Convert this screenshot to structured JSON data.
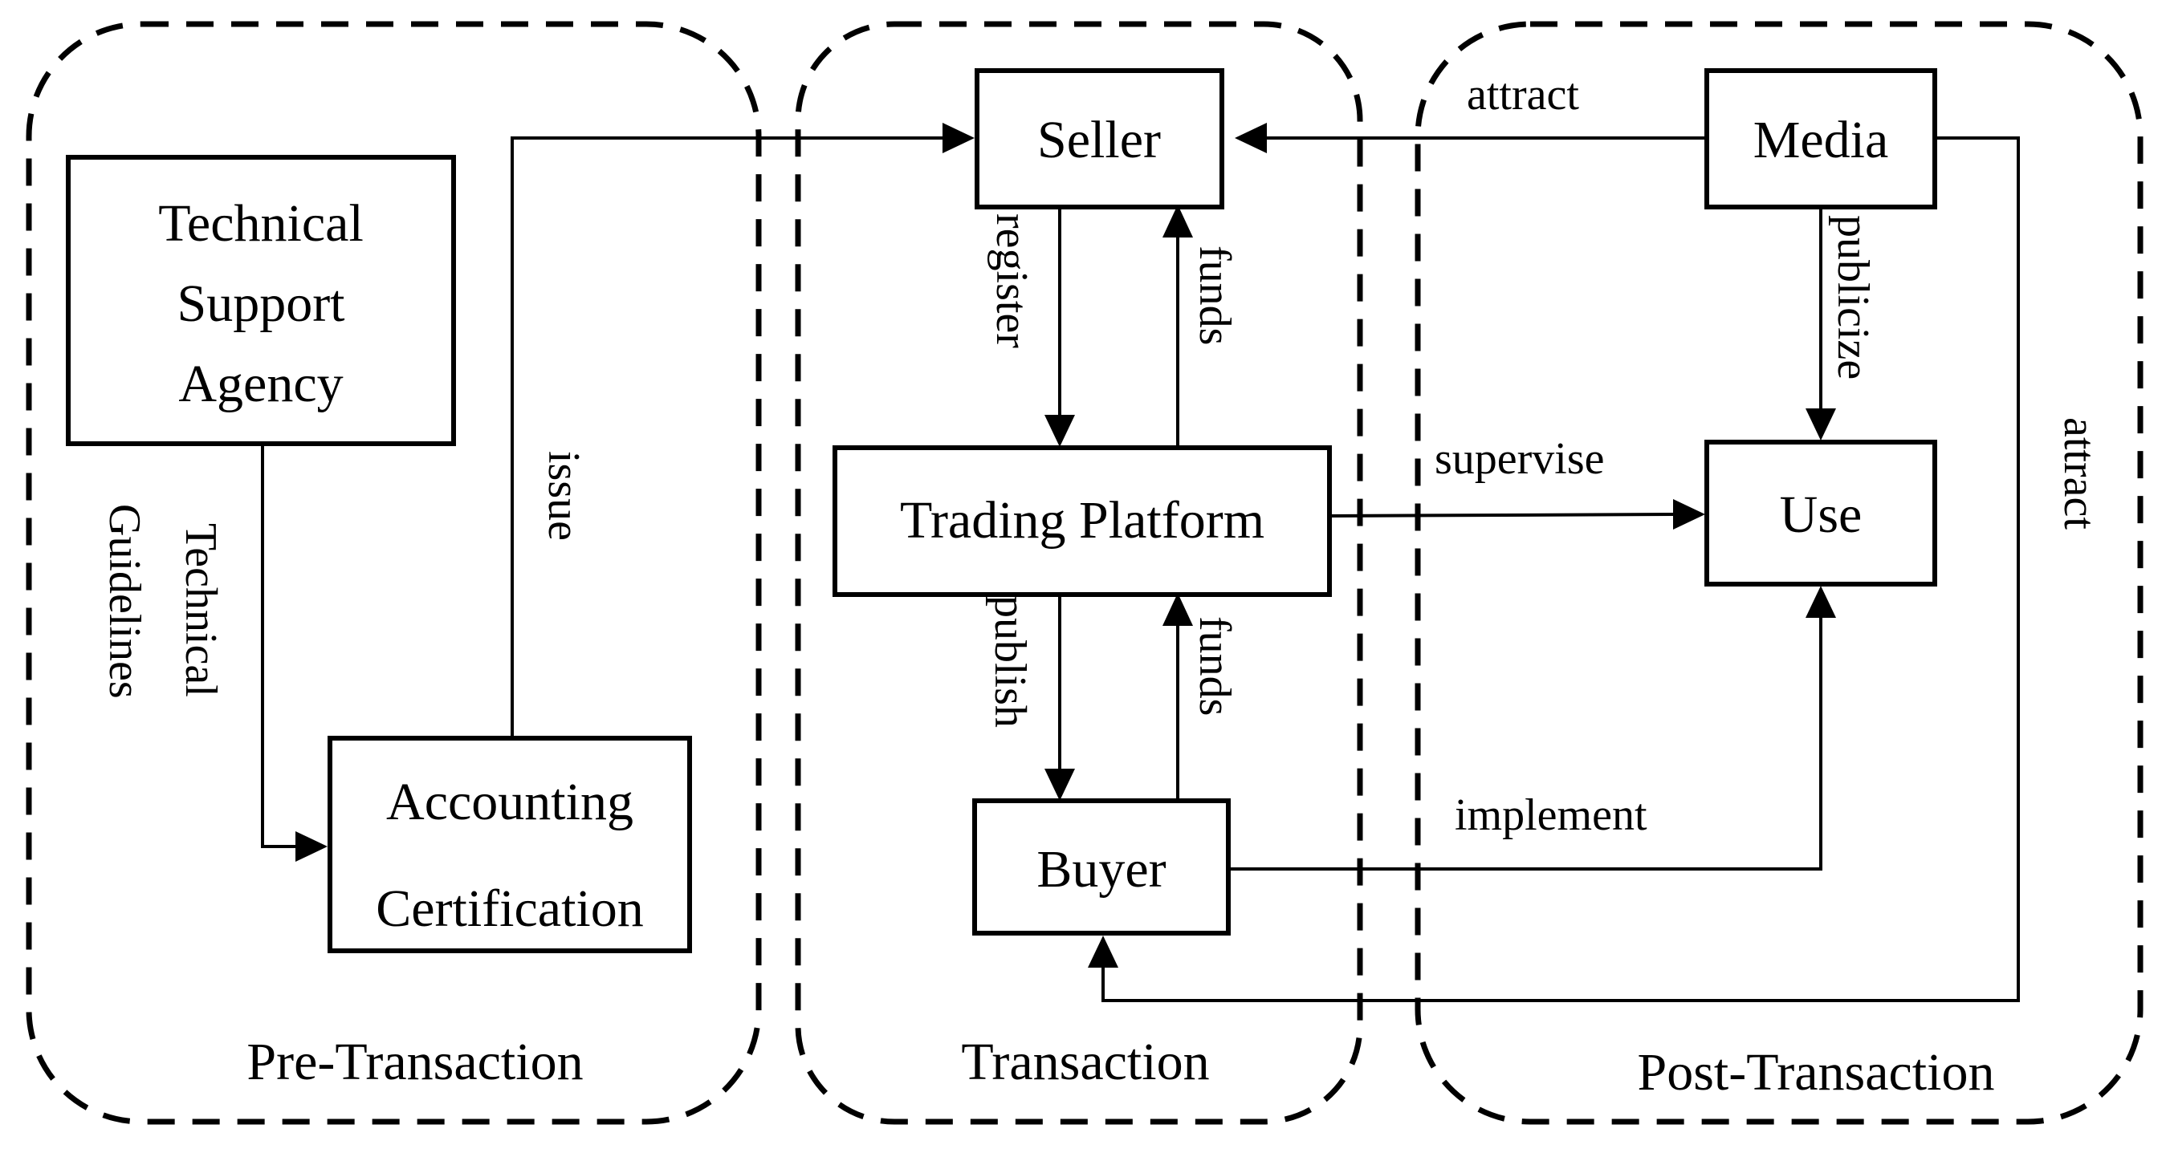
{
  "stages": {
    "pre": "Pre-Transaction",
    "transaction": "Transaction",
    "post": "Post-Transaction"
  },
  "nodes": {
    "technical_support_agency": [
      "Technical",
      "Support",
      "Agency"
    ],
    "accounting_certification": [
      "Accounting",
      "Certification"
    ],
    "seller": "Seller",
    "trading_platform": "Trading Platform",
    "buyer": "Buyer",
    "media": "Media",
    "use": "Use"
  },
  "edges": {
    "technical_guidelines": [
      "Technical",
      "Guidelines"
    ],
    "issue": "issue",
    "register": "register",
    "funds_to_seller": "funds",
    "publish": "publish",
    "funds_from_buyer": "funds",
    "attract_seller": "attract",
    "publicize": "publicize",
    "supervise": "supervise",
    "implement": "implement",
    "attract_buyer": "attract"
  }
}
